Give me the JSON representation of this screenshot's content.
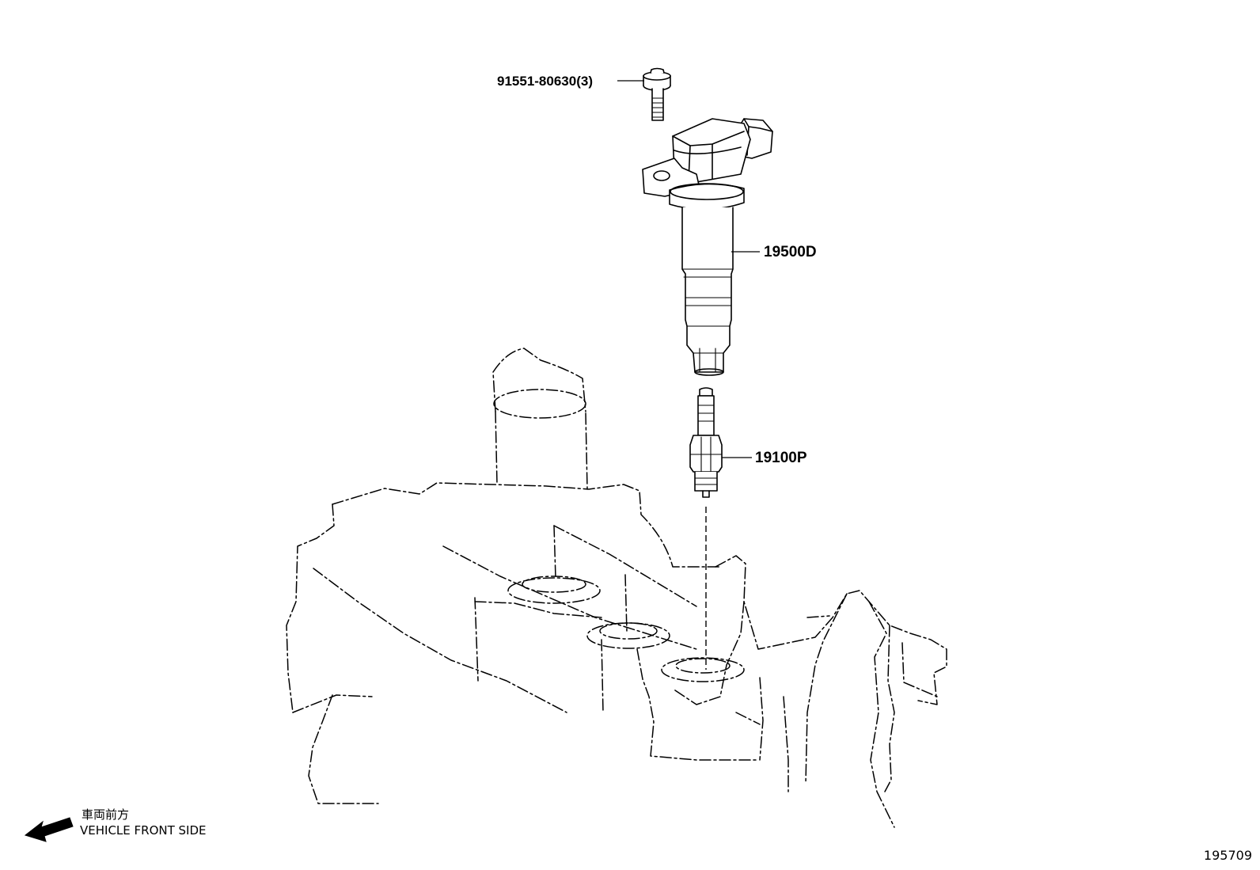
{
  "parts": {
    "bolt": {
      "label": "91551-80630(3)"
    },
    "ignition_coil": {
      "label": "19500D"
    },
    "spark_plug": {
      "label": "19100P"
    }
  },
  "orientation": {
    "japanese": "車両前方",
    "english": "VEHICLE FRONT SIDE"
  },
  "figure_number": "195709"
}
